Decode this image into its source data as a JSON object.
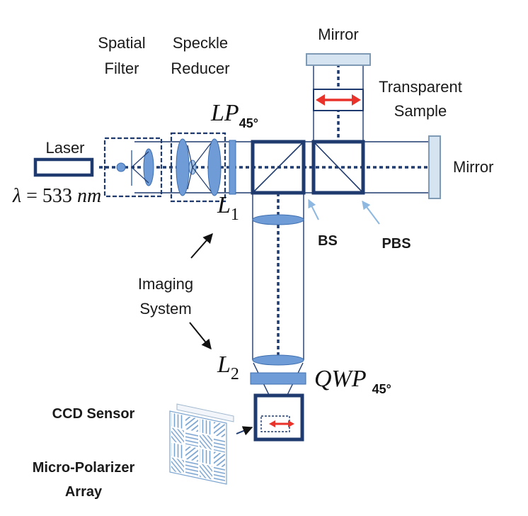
{
  "labels": {
    "mirror_top": "Mirror",
    "mirror_right": "Mirror",
    "spatial_filter_1": "Spatial",
    "spatial_filter_2": "Filter",
    "speckle_reducer_1": "Speckle",
    "speckle_reducer_2": "Reducer",
    "transparent_sample_1": "Transparent",
    "transparent_sample_2": "Sample",
    "laser": "Laser",
    "wavelength_lambda": "λ",
    "wavelength_value": " = 533 ",
    "wavelength_unit": "nm",
    "lp_main": "LP",
    "lp_sub": "45°",
    "l1_main": "L",
    "l1_sub": "1",
    "l2_main": "L",
    "l2_sub": "2",
    "bs": "BS",
    "pbs": "PBS",
    "imaging_1": "Imaging",
    "imaging_2": "System",
    "qwp_main": "QWP",
    "qwp_sub": "45°",
    "ccd": "CCD Sensor",
    "micro_polarizer_1": "Micro-Polarizer",
    "micro_polarizer_2": "Array"
  },
  "colors": {
    "frame": "#1f3a6e",
    "beam": "#1f3a6e",
    "optic_fill": "#6f9cd6",
    "optic_stroke": "#3e6fb0",
    "mirror_fill": "#d6e3f0",
    "mirror_stroke": "#7f9ab5",
    "arrow_red": "#e8322a",
    "pointer_blue": "#8fb8e0"
  }
}
